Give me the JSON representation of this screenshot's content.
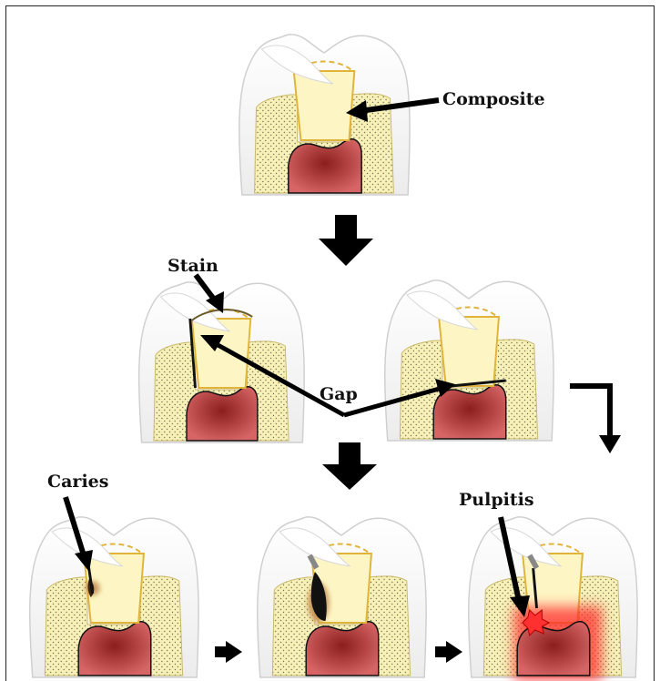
{
  "labels": {
    "composite": "Composite",
    "stain": "Stain",
    "gap": "Gap",
    "caries": "Caries",
    "pulpitis": "Pulpitis"
  },
  "colors": {
    "enamel": "#f6f6f6",
    "enamel_edge": "#cfcfcf",
    "dentin": "#f7f1b8",
    "dentin_dots": "#6e6a4a",
    "pulp_center": "#8b1e1e",
    "pulp_edge": "#d76565",
    "composite": "#fdf6c4",
    "composite_edge": "#e0b43a",
    "arrow": "#000000",
    "caries": "#8a5a2b",
    "inflammation": "#ff2a2a"
  }
}
